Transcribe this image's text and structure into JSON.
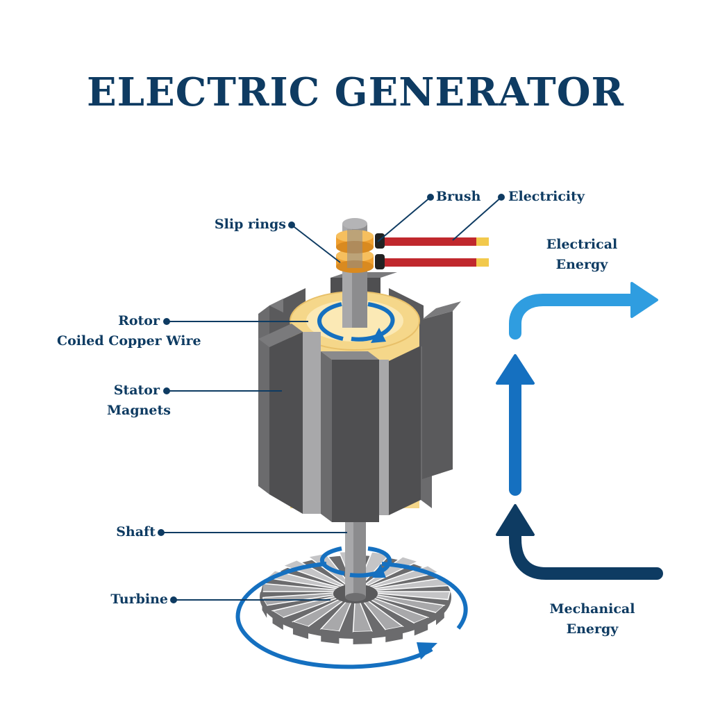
{
  "title": "ELECTRIC GENERATOR",
  "labels": {
    "slip_rings": "Slip rings",
    "brush": "Brush",
    "electricity": "Electricity",
    "rotor": "Rotor",
    "coiled_copper_wire": "Coiled Copper Wire",
    "stator": "Stator",
    "magnets": "Magnets",
    "shaft": "Shaft",
    "turbine": "Turbine",
    "electrical_energy_1": "Electrical",
    "electrical_energy_2": "Energy",
    "mechanical_energy_1": "Mechanical",
    "mechanical_energy_2": "Energy"
  },
  "colors": {
    "title_text": "#0e3b62",
    "magnet_dark": "#4f4f51",
    "magnet_mid": "#6b6b6d",
    "magnet_light": "#9a9a9c",
    "copper_coil": "#f5d78a",
    "copper_coil_light": "#fbe9b5",
    "shaft": "#8c8c8e",
    "slip_ring": "#f0a030",
    "wire_red": "#c0282d",
    "arrow_light_blue": "#2f9de0",
    "arrow_mid_blue": "#1570c0",
    "arrow_dark_blue": "#0e3b62"
  },
  "icons": [
    "rotation-arrow-icon",
    "energy-flow-arrow-icon"
  ]
}
